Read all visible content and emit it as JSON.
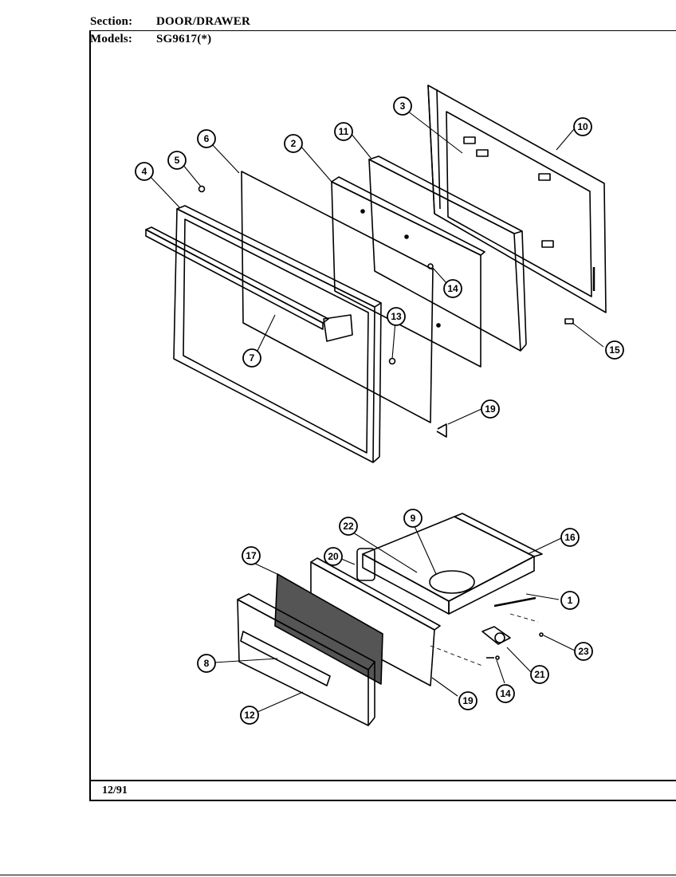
{
  "header": {
    "section_label": "Section:",
    "section_value": "DOOR/DRAWER",
    "models_label": "Models:",
    "models_value": "SG9617(*)"
  },
  "footer": {
    "date": "12/91"
  },
  "callouts": {
    "door": [
      "3",
      "10",
      "6",
      "2",
      "11",
      "5",
      "4",
      "14",
      "13",
      "7",
      "15",
      "19"
    ],
    "drawer": [
      "22",
      "9",
      "16",
      "20",
      "17",
      "1",
      "8",
      "23",
      "21",
      "14",
      "19",
      "12"
    ]
  }
}
